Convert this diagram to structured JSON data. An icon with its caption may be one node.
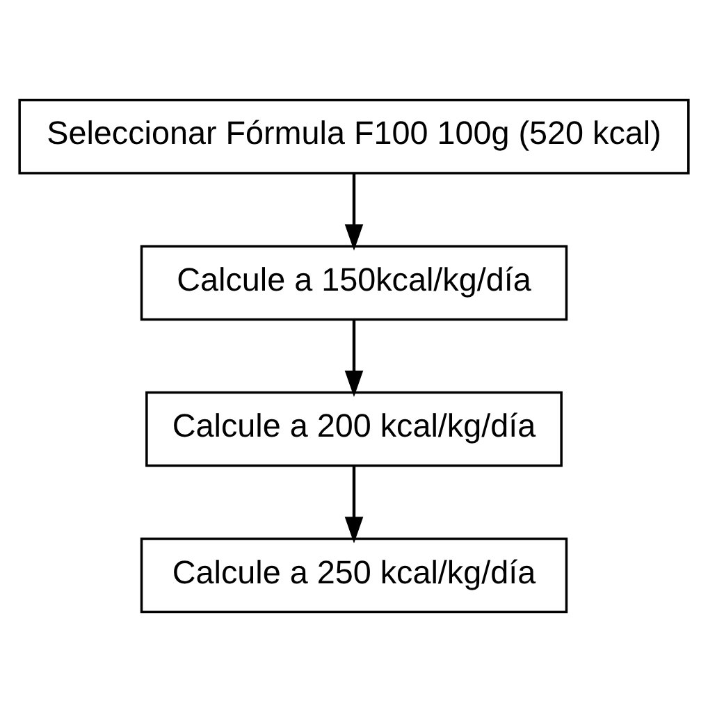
{
  "diagram": {
    "nodes": [
      {
        "text": [
          "Seleccionar Fórmula F100 100g (520 kcal)"
        ]
      },
      {
        "text": [
          "Calcule a 150kcal/kg/día"
        ]
      },
      {
        "text": [
          "Calcule a 200 kcal/kg/día"
        ]
      },
      {
        "text": [
          "Calcule a 250 kcal/kg/día"
        ]
      }
    ],
    "edges": [
      {
        "from": 0,
        "to": 1,
        "arrow": "to"
      },
      {
        "from": 1,
        "to": 2,
        "arrow": "to"
      },
      {
        "from": 2,
        "to": 3,
        "arrow": "to"
      }
    ]
  }
}
